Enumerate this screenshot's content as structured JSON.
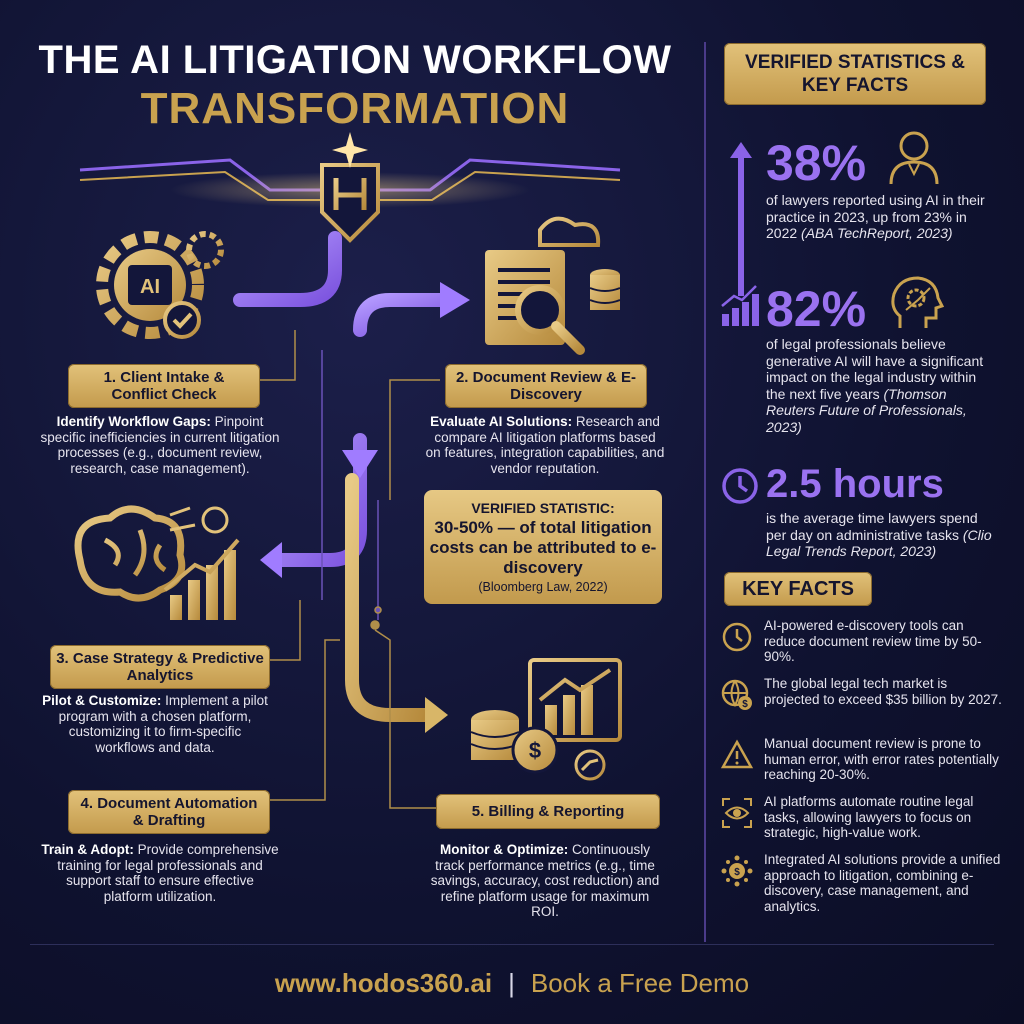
{
  "header": {
    "title_line1": "THE AI LITIGATION WORKFLOW",
    "title_line2": "TRANSFORMATION"
  },
  "steps": [
    {
      "label": "1. Client Intake & Conflict Check",
      "desc_bold": "Identify Workflow Gaps:",
      "desc": " Pinpoint specific inefficiencies in current litigation processes (e.g., document review, research, case management).",
      "icon": "ai-gear-icon"
    },
    {
      "label": "2. Document Review & E-Discovery",
      "desc_bold": "Evaluate AI Solutions:",
      "desc": " Research and compare AI litigation platforms based on features, integration capabilities, and vendor reputation.",
      "icon": "document-search-icon"
    },
    {
      "label": "3. Case Strategy & Predictive Analytics",
      "desc_bold": "Pilot & Customize:",
      "desc": " Implement a pilot program with a chosen platform, customizing it to firm-specific workflows and data.",
      "icon": "brain-analytics-icon"
    },
    {
      "label": "4. Document Automation & Drafting",
      "desc_bold": "Train & Adopt:",
      "desc": " Provide comprehensive training for legal professionals and support staff to ensure effective platform utilization.",
      "icon": ""
    },
    {
      "label": "5. Billing & Reporting",
      "desc_bold": "Monitor & Optimize:",
      "desc": " Continuously track performance metrics (e.g., time savings, accuracy, cost reduction) and refine platform usage for maximum ROI.",
      "icon": "coins-chart-icon"
    }
  ],
  "verified": {
    "title": "VERIFIED STATISTIC:",
    "main": "30-50% — of total litigation costs can be attributed to e-discovery",
    "source": "(Bloomberg Law, 2022)"
  },
  "sidebar": {
    "title": "VERIFIED STATISTICS & KEY FACTS",
    "stats": [
      {
        "value": "38%",
        "text": "of lawyers reported using AI in their practice in 2023, up from 23% in 2022 ",
        "source": "(ABA TechReport, 2023)",
        "icon": "lawyer-icon",
        "lead_icon": "up-arrow-icon"
      },
      {
        "value": "82%",
        "text": "of legal professionals believe generative AI will have a significant impact on the legal industry within the next five years ",
        "source": "(Thomson Reuters Future of Professionals, 2023)",
        "icon": "head-gear-icon",
        "lead_icon": "growth-chart-icon"
      },
      {
        "value": "2.5 hours",
        "text": "is the average time lawyers spend per day on administrative tasks ",
        "source": "(Clio Legal Trends Report, 2023)",
        "icon": "",
        "lead_icon": "clock-icon"
      }
    ],
    "key_facts_title": "KEY FACTS",
    "key_facts": [
      {
        "text": "AI-powered e-discovery tools can reduce document review time by 50-90%.",
        "icon": "clock-icon"
      },
      {
        "text": "The global legal tech market is projected to exceed $35 billion by 2027.",
        "icon": "globe-dollar-icon"
      },
      {
        "text": "Manual document review is prone to human error, with error rates potentially reaching 20-30%.",
        "icon": "warning-icon"
      },
      {
        "text": "AI platforms automate routine legal tasks, allowing lawyers to focus on strategic, high-value work.",
        "icon": "eye-scan-icon"
      },
      {
        "text": "Integrated AI solutions provide a unified approach to litigation, combining e-discovery, case management, and analytics.",
        "icon": "integration-icon"
      }
    ]
  },
  "footer": {
    "url": "www.hodos360.ai",
    "separator": "|",
    "cta": "Book a Free Demo"
  },
  "colors": {
    "gold": "#c9a24f",
    "purple": "#8a63e8",
    "background": "#0f1230"
  }
}
